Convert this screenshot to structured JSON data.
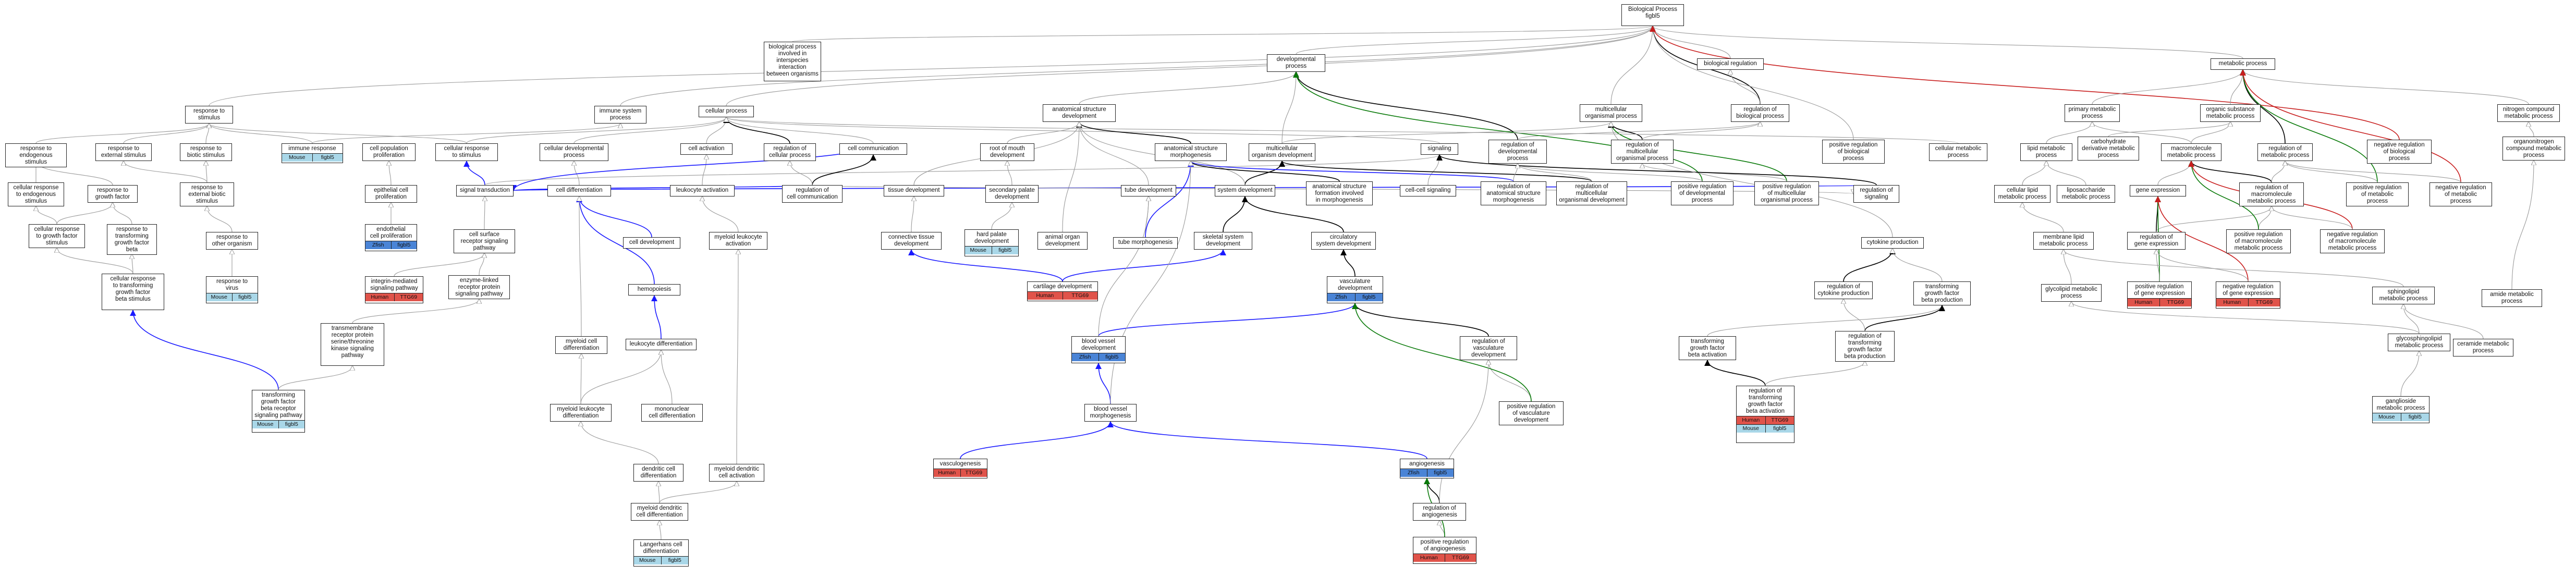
{
  "colors": {
    "is_a": "#9a9a9a",
    "part_of": "#000000",
    "regulates": "#1a1aff",
    "positively_regulates": "#0a7a0a",
    "negatively_regulates": "#c81e1e",
    "human_ttg": "#e0534a",
    "wt": "#4a84d6",
    "mouse": "#a9d7e8"
  },
  "nodes": [
    {
      "id": "bp",
      "label": "Biological Process\nfigbl5"
    },
    {
      "id": "interspecies",
      "label": "biological process\ninvolved in\ninterspecies\ninteraction\nbetween organisms"
    },
    {
      "id": "devproc",
      "label": "developmental\nprocess"
    },
    {
      "id": "bioreg",
      "label": "biological regulation"
    },
    {
      "id": "metproc",
      "label": "metabolic process"
    },
    {
      "id": "resp_stim",
      "label": "response to\nstimulus"
    },
    {
      "id": "immune_sys",
      "label": "immune system\nprocess"
    },
    {
      "id": "cellular_proc",
      "label": "cellular process"
    },
    {
      "id": "anat_dev",
      "label": "anatomical structure\ndevelopment"
    },
    {
      "id": "multi_org",
      "label": "multicellular\norganismal process"
    },
    {
      "id": "reg_bio",
      "label": "regulation of\nbiological process"
    },
    {
      "id": "primary_met",
      "label": "primary metabolic\nprocess"
    },
    {
      "id": "org_sub_met",
      "label": "organic substance\nmetabolic process"
    },
    {
      "id": "nitrogen_met",
      "label": "nitrogen compound\nmetabolic process"
    },
    {
      "id": "resp_endo",
      "label": "response to\nendogenous stimulus"
    },
    {
      "id": "resp_ext",
      "label": "response to\nexternal stimulus"
    },
    {
      "id": "resp_biotic",
      "label": "response to\nbiotic stimulus"
    },
    {
      "id": "immune_resp",
      "label": "immune response",
      "hl": [
        "Mouse",
        "figbl5"
      ],
      "hlt": "mx"
    },
    {
      "id": "cell_pop_prolif",
      "label": "cell population\nproliferation"
    },
    {
      "id": "cell_resp_stim",
      "label": "cellular response\nto stimulus"
    },
    {
      "id": "cell_dev_proc",
      "label": "cellular developmental\nprocess"
    },
    {
      "id": "cell_act",
      "label": "cell activation"
    },
    {
      "id": "reg_cell_proc",
      "label": "regulation of\ncellular process"
    },
    {
      "id": "cell_comm",
      "label": "cell communication"
    },
    {
      "id": "root_mouth",
      "label": "root of mouth\ndevelopment"
    },
    {
      "id": "anat_morph",
      "label": "anatomical structure\nmorphogenesis"
    },
    {
      "id": "multi_org_dev",
      "label": "multicellular\norganism development"
    },
    {
      "id": "signaling",
      "label": "signaling"
    },
    {
      "id": "reg_dev_proc",
      "label": "regulation of\ndevelopmental\nprocess"
    },
    {
      "id": "reg_multi_org",
      "label": "regulation of\nmulticellular\norganismal process"
    },
    {
      "id": "pos_reg_bio",
      "label": "positive regulation\nof biological\nprocess"
    },
    {
      "id": "cell_met",
      "label": "cellular metabolic\nprocess"
    },
    {
      "id": "lipid_met",
      "label": "lipid metabolic\nprocess"
    },
    {
      "id": "carb_der_met",
      "label": "carbohydrate\nderivative metabolic\nprocess"
    },
    {
      "id": "macromol_met",
      "label": "macromolecule\nmetabolic process"
    },
    {
      "id": "reg_met",
      "label": "regulation of\nmetabolic process"
    },
    {
      "id": "neg_reg_bio",
      "label": "negative regulation\nof biological\nprocess"
    },
    {
      "id": "orgnitro_met",
      "label": "organonitrogen\ncompound metabolic\nprocess"
    },
    {
      "id": "cell_resp_endo",
      "label": "cellular response\nto endogenous\nstimulus"
    },
    {
      "id": "resp_gf",
      "label": "response to\ngrowth factor"
    },
    {
      "id": "resp_ext_biotic",
      "label": "response to\nexternal biotic\nstimulus"
    },
    {
      "id": "epi_prolif",
      "label": "epithelial cell\nproliferation"
    },
    {
      "id": "sig_trans",
      "label": "signal transduction"
    },
    {
      "id": "cell_diff",
      "label": "cell differentiation"
    },
    {
      "id": "leuk_act",
      "label": "leukocyte activation"
    },
    {
      "id": "reg_cell_comm",
      "label": "regulation of\ncell communication"
    },
    {
      "id": "tissue_dev",
      "label": "tissue development"
    },
    {
      "id": "sec_palate",
      "label": "secondary palate\ndevelopment"
    },
    {
      "id": "tube_dev",
      "label": "tube development"
    },
    {
      "id": "sys_dev",
      "label": "system development"
    },
    {
      "id": "anat_form",
      "label": "anatomical structure\nformation involved\nin morphogenesis"
    },
    {
      "id": "cell_cell_sig",
      "label": "cell-cell signaling"
    },
    {
      "id": "reg_anat_morph",
      "label": "regulation of\nanatomical structure\nmorphogenesis"
    },
    {
      "id": "reg_multi_dev",
      "label": "regulation of\nmulticellular\norganismal development"
    },
    {
      "id": "pos_reg_dev",
      "label": "positive regulation\nof developmental\nprocess"
    },
    {
      "id": "pos_reg_multi",
      "label": "positive regulation\nof multicellular\norganismal process"
    },
    {
      "id": "reg_sig",
      "label": "regulation of\nsignaling"
    },
    {
      "id": "cell_lipid_met",
      "label": "cellular lipid\nmetabolic process"
    },
    {
      "id": "lipopoly_met",
      "label": "liposaccharide\nmetabolic process"
    },
    {
      "id": "gene_expr",
      "label": "gene expression"
    },
    {
      "id": "reg_macro_met",
      "label": "regulation of\nmacromolecule\nmetabolic process"
    },
    {
      "id": "pos_reg_met",
      "label": "positive regulation\nof metabolic\nprocess"
    },
    {
      "id": "neg_reg_met",
      "label": "negative regulation\nof metabolic\nprocess"
    },
    {
      "id": "cell_resp_gf",
      "label": "cellular response\nto growth factor\nstimulus"
    },
    {
      "id": "resp_tgfb",
      "label": "response to\ntransforming\ngrowth factor\nbeta"
    },
    {
      "id": "resp_other_org",
      "label": "response to\nother organism"
    },
    {
      "id": "endo_prolif",
      "label": "endothelial\ncell proliferation",
      "hl": [
        "Zfish",
        "figbl5"
      ],
      "hlt": "wt"
    },
    {
      "id": "cs_receptor",
      "label": "cell surface\nreceptor signaling\npathway"
    },
    {
      "id": "cell_dev",
      "label": "cell development"
    },
    {
      "id": "myeloid_leuk_act",
      "label": "myeloid leukocyte\nactivation"
    },
    {
      "id": "conn_tissue",
      "label": "connective tissue\ndevelopment"
    },
    {
      "id": "hard_palate",
      "label": "hard palate\ndevelopment",
      "hl": [
        "Mouse",
        "figbl5"
      ],
      "hlt": "mx"
    },
    {
      "id": "animal_organ",
      "label": "animal organ\ndevelopment"
    },
    {
      "id": "tube_morph",
      "label": "tube morphogenesis"
    },
    {
      "id": "skeletal",
      "label": "skeletal system\ndevelopment"
    },
    {
      "id": "circ_sys",
      "label": "circulatory\nsystem development"
    },
    {
      "id": "cytokine_prod",
      "label": "cytokine production"
    },
    {
      "id": "membrane_lipid",
      "label": "membrane lipid\nmetabolic process"
    },
    {
      "id": "reg_gene_expr",
      "label": "regulation of\ngene expression"
    },
    {
      "id": "pos_reg_macro",
      "label": "positive regulation\nof macromolecule\nmetabolic process"
    },
    {
      "id": "neg_reg_macro",
      "label": "negative regulation\nof macromolecule\nmetabolic process"
    },
    {
      "id": "sphingolipid",
      "label": "sphingolipid\nmetabolic process"
    },
    {
      "id": "amide_met",
      "label": "amide metabolic\nprocess"
    },
    {
      "id": "cell_resp_tgfb",
      "label": "cellular response\nto transforming\ngrowth factor\nbeta stimulus"
    },
    {
      "id": "resp_virus",
      "label": "response to\nvirus",
      "hl": [
        "Mouse",
        "figbl5"
      ],
      "hlt": "mx"
    },
    {
      "id": "integrin",
      "label": "integrin-mediated\nsignaling pathway",
      "hl": [
        "Human",
        "TTG69"
      ],
      "hlt": "ttg"
    },
    {
      "id": "enzyme_linked",
      "label": "enzyme-linked\nreceptor protein\nsignaling pathway"
    },
    {
      "id": "hemopoiesis",
      "label": "hemopoiesis"
    },
    {
      "id": "cartilage",
      "label": "cartilage development",
      "hl": [
        "Human",
        "TTG69"
      ],
      "hlt": "ttg"
    },
    {
      "id": "vasc_dev",
      "label": "vasculature\ndevelopment",
      "hl": [
        "Zfish",
        "figbl5"
      ],
      "hlt": "wt"
    },
    {
      "id": "reg_cytokine",
      "label": "regulation of\ncytokine production"
    },
    {
      "id": "tgfb_prod",
      "label": "transforming\ngrowth factor\nbeta production"
    },
    {
      "id": "glycolipid",
      "label": "glycolipid metabolic\nprocess"
    },
    {
      "id": "pos_reg_gene",
      "label": "positive regulation\nof gene expression",
      "hl": [
        "Human",
        "TTG69"
      ],
      "hlt": "ttg"
    },
    {
      "id": "neg_reg_gene",
      "label": "negative regulation\nof gene expression",
      "hl": [
        "Human",
        "TTG69"
      ],
      "hlt": "ttg"
    },
    {
      "id": "tmr_serine",
      "label": "transmembrane\nreceptor protein\nserine/threonine\nkinase signaling\npathway"
    },
    {
      "id": "myeloid_diff",
      "label": "myeloid cell\ndifferentiation"
    },
    {
      "id": "leuk_diff",
      "label": "leukocyte differentiation"
    },
    {
      "id": "blood_vessel_dev",
      "label": "blood vessel\ndevelopment",
      "hl": [
        "Zfish",
        "figbl5"
      ],
      "hlt": "wt"
    },
    {
      "id": "reg_vasc",
      "label": "regulation of\nvasculature\ndevelopment"
    },
    {
      "id": "tgfb_act",
      "label": "transforming\ngrowth factor\nbeta activation"
    },
    {
      "id": "reg_tgfb_prod",
      "label": "regulation of\ntransforming\ngrowth factor\nbeta production"
    },
    {
      "id": "glycosphingo",
      "label": "glycosphingolipid\nmetabolic process"
    },
    {
      "id": "ceramide",
      "label": "ceramide metabolic\nprocess"
    },
    {
      "id": "tgfb_path",
      "label": "transforming\ngrowth factor\nbeta receptor\nsignaling pathway",
      "hl": [
        "Mouse",
        "figbl5"
      ],
      "hlt": "mx"
    },
    {
      "id": "myeloid_leuk_diff",
      "label": "myeloid leukocyte\ndifferentiation"
    },
    {
      "id": "mono_diff",
      "label": "mononuclear\ncell differentiation"
    },
    {
      "id": "bv_morph",
      "label": "blood vessel\nmorphogenesis"
    },
    {
      "id": "pos_reg_vasc",
      "label": "positive regulation\nof vasculature\ndevelopment"
    },
    {
      "id": "reg_tgfb_act",
      "label": "regulation of\ntransforming\ngrowth factor\nbeta activation",
      "hl": [
        "Human",
        "TTG69"
      ],
      "hl2": [
        "Mouse",
        "figbl5"
      ],
      "hlt": "ttg"
    },
    {
      "id": "ganglioside",
      "label": "ganglioside\nmetabolic process",
      "hl": [
        "Mouse",
        "figbl5"
      ],
      "hlt": "mx"
    },
    {
      "id": "vasculogenesis",
      "label": "vasculogenesis",
      "hl": [
        "Human",
        "TTG69"
      ],
      "hlt": "ttg"
    },
    {
      "id": "angiogenesis",
      "label": "angiogenesis",
      "hl": [
        "Zfish",
        "figbl5"
      ],
      "hlt": "wt"
    },
    {
      "id": "dendritic_diff",
      "label": "dendritic cell\ndifferentiation"
    },
    {
      "id": "myeloid_dendritic_act",
      "label": "myeloid dendritic\ncell activation"
    },
    {
      "id": "reg_angio",
      "label": "regulation of\nangiogenesis"
    },
    {
      "id": "myeloid_dendritic_diff",
      "label": "myeloid dendritic\ncell differentiation"
    },
    {
      "id": "pos_reg_angio",
      "label": "positive regulation\nof angiogenesis",
      "hl": [
        "Human",
        "TTG69"
      ],
      "hlt": "ttg"
    },
    {
      "id": "langerhans",
      "label": "Langerhans cell\ndifferentiation",
      "hl": [
        "Mouse",
        "figbl5"
      ],
      "hlt": "mx"
    }
  ]
}
